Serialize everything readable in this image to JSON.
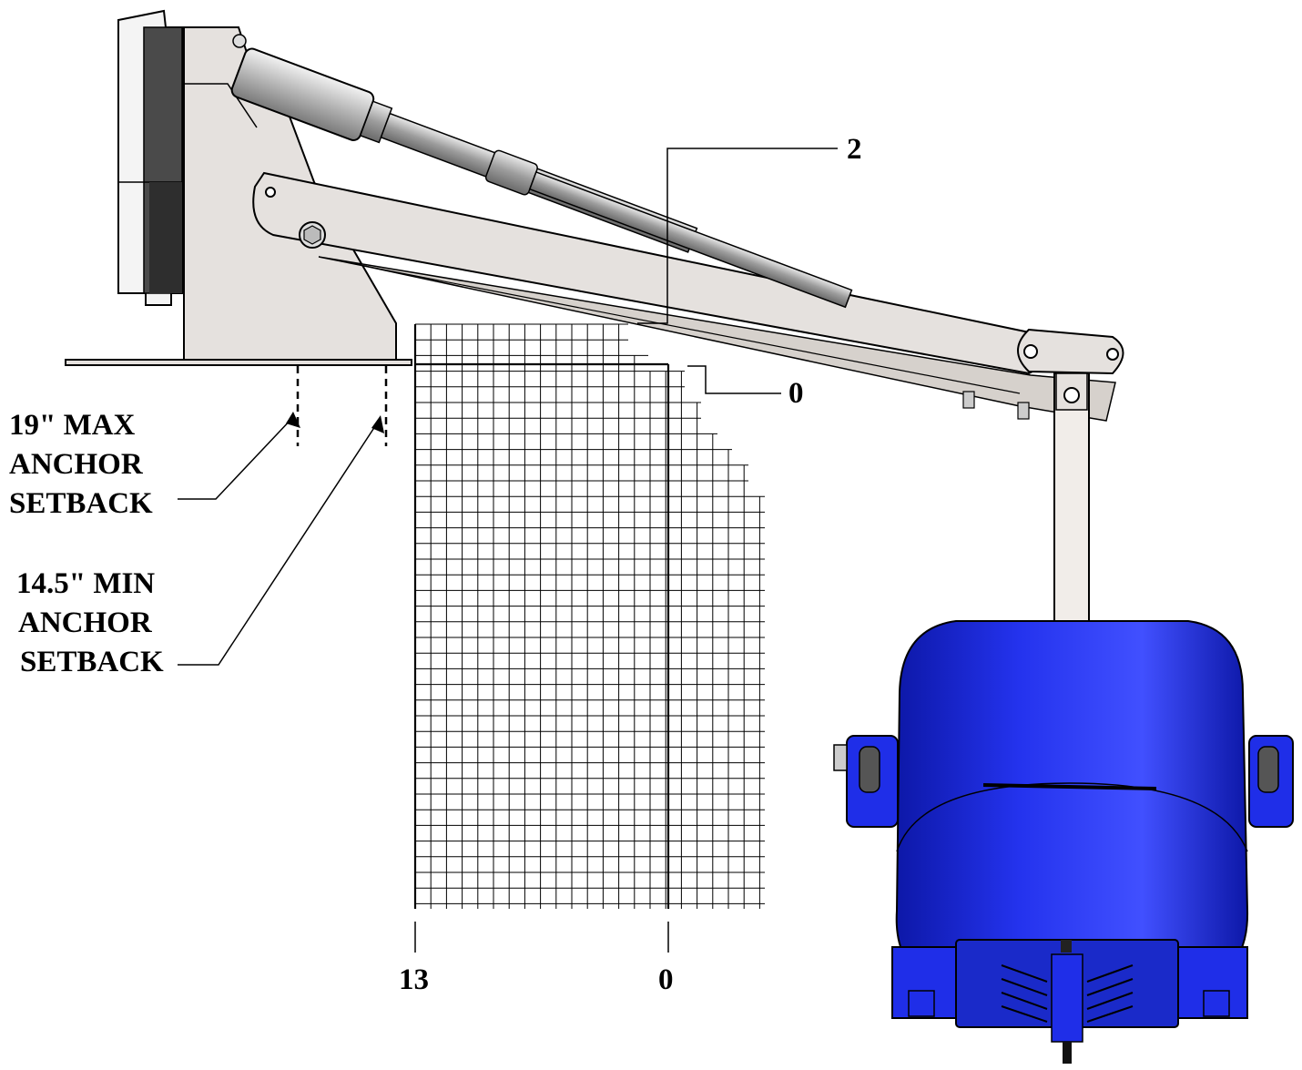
{
  "labels": {
    "max_setback": {
      "line1": "19\" MAX",
      "line2": "ANCHOR",
      "line3": "SETBACK"
    },
    "min_setback": {
      "line1": "14.5\" MIN",
      "line2": "ANCHOR",
      "line3": "SETBACK"
    },
    "water_level_upper": "2",
    "water_level_lower": "0",
    "horizontal_left": "13",
    "horizontal_right": "0"
  },
  "colors": {
    "line": "#000000",
    "frame": "#e5e1de",
    "frame_dark": "#c8c2bd",
    "actuator": "#9a9a9a",
    "actuator_light": "#d8d8d8",
    "control_box": "#3c3c3c",
    "seat": "#1f2ee8",
    "seat_dark": "#0d18a8",
    "seat_light": "#4d5cff"
  },
  "icons": [
    "control-box-icon",
    "actuator-icon",
    "lift-seat-icon",
    "footrest-icon"
  ]
}
